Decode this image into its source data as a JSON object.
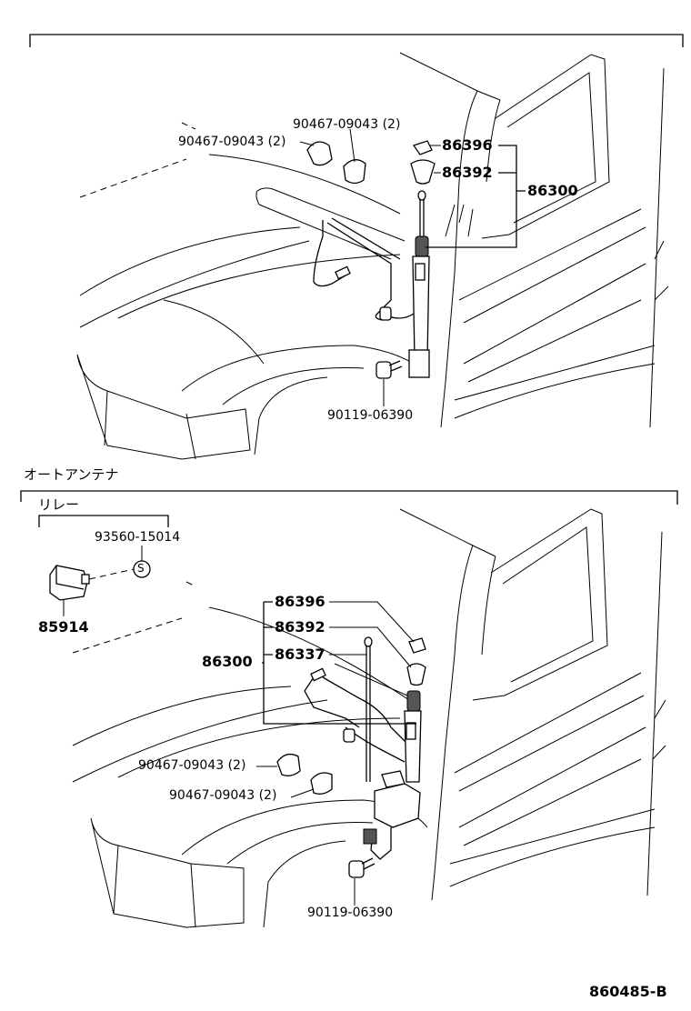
{
  "diagram_code": "860485-B",
  "top": {
    "part_86396": "86396",
    "part_86392": "86392",
    "assembly_86300": "86300",
    "clamp_a": "90467-09043 (2)",
    "clamp_b": "90467-09043 (2)",
    "bolt": "90119-06390"
  },
  "bottom": {
    "section_title": "オートアンテナ",
    "relay_group": "リレー",
    "relay_part": "93560-15014",
    "relay_unit": "85914",
    "relay_symbol": "S",
    "part_86396": "86396",
    "part_86392": "86392",
    "part_86337": "86337",
    "assembly_86300": "86300",
    "clamp_a": "90467-09043 (2)",
    "clamp_b": "90467-09043 (2)",
    "bolt": "90119-06390"
  }
}
